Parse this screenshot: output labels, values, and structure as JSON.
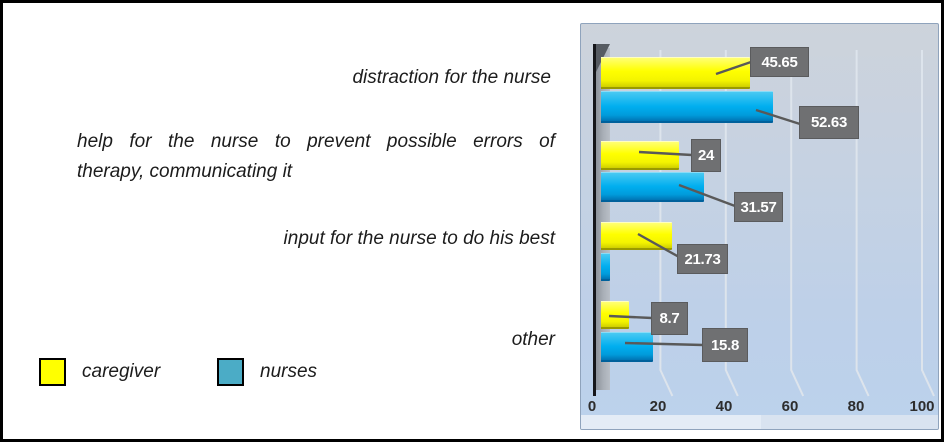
{
  "figure": {
    "description_colors": {
      "caregiver_bar": "#ffff00",
      "nurses_bar": "#00aeef",
      "nurses_legend": "#4bacc6",
      "data_label_box": "#6f7072",
      "data_label_text": "#ffffff"
    }
  },
  "left_panel": {
    "labels": [
      {
        "lines": [
          "distraction for the nurse"
        ]
      },
      {
        "lines": [
          "help for the nurse to prevent possible errors of",
          "therapy, communicating it"
        ]
      },
      {
        "lines": [
          "input for the nurse to do his best"
        ]
      },
      {
        "lines": [
          "other"
        ]
      }
    ]
  },
  "legend": {
    "items": [
      {
        "label": "caregiver",
        "color": "#ffff00"
      },
      {
        "label": "nurses",
        "color": "#4bacc6"
      }
    ]
  },
  "chart_data": {
    "type": "bar",
    "orientation": "horizontal",
    "title": "",
    "xlabel": "",
    "ylabel": "",
    "xlim": [
      0,
      100
    ],
    "x_ticks": [
      "0",
      "20",
      "40",
      "60",
      "80",
      "100"
    ],
    "grid": true,
    "legend_position": "bottom-left",
    "categories": [
      "distraction for the nurse",
      "help for the nurse to prevent possible errors of therapy, communicating it",
      "input for the nurse to do his best",
      "other"
    ],
    "series": [
      {
        "name": "caregiver",
        "color": "#ffff00",
        "values": [
          45.65,
          24,
          21.73,
          8.7
        ],
        "data_labels": [
          "45.65",
          "24",
          "21.73",
          "8.7"
        ]
      },
      {
        "name": "nurses",
        "color": "#00aeef",
        "values": [
          52.63,
          31.57,
          2.6,
          15.8
        ],
        "data_labels": [
          "52.63",
          "31.57",
          null,
          "15.8"
        ]
      }
    ]
  }
}
